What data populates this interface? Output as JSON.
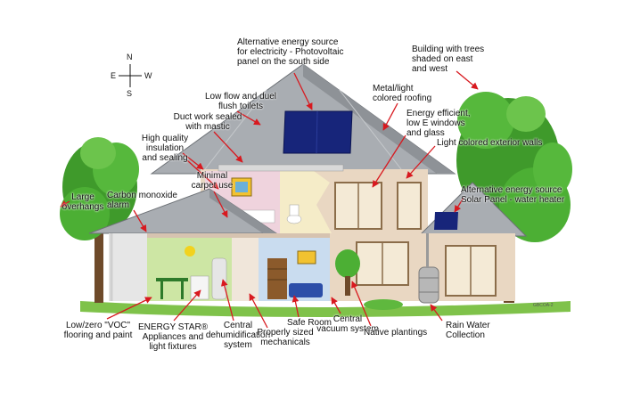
{
  "compass": {
    "north": "N",
    "south": "S",
    "east": "E",
    "west": "W"
  },
  "labels": {
    "alt_energy_pv": "Alternative energy source\nfor electricity - Photovoltaic\npanel on the south side",
    "trees_shaded": "Building with trees\nshaded on east\nand west",
    "metal_roofing": "Metal/light\ncolored roofing",
    "low_flow_toilets": "Low flow and duel\nflush toilets",
    "duct_work": "Duct work sealed\nwith mastic",
    "low_e_windows": "Energy efficient,\nlow E windows\nand glass",
    "insulation": "High quality\ninsulation\nand sealing",
    "light_walls": "Light colored exterior walls",
    "minimal_carpet": "Minimal\ncarpet use",
    "large_overhangs": "Large\noverhangs",
    "co_alarm": "Carbon monoxide\nalarm",
    "solar_water": "Alternative energy source\nSolar Panel - water heater",
    "voc_flooring": "Low/zero \"VOC\"\nflooring and paint",
    "energy_star": "ENERGY STAR®\nAppliances and\nlight fixtures",
    "dehumidification": "Central\ndehumidification\nsystem",
    "mechanicals": "Properly sized\nmechanicals",
    "safe_room": "Safe Room",
    "central_vacuum": "Central\nvacuum system",
    "native_plantings": "Native plantings",
    "rain_water": "Rain Water\nCollection"
  },
  "image_code": "GBCOA-2",
  "colors": {
    "roof_metal": "#a9adb2",
    "wall_beige": "#e9d7c2",
    "kitchen_green": "#cde6a4",
    "bedroom_pink": "#efd3dd",
    "room_blue": "#c9dcef",
    "solar_panel": "#17257a",
    "tree_green": "#3f9a2b",
    "grass": "#7fc24a",
    "arrow_red": "#d8191f"
  }
}
